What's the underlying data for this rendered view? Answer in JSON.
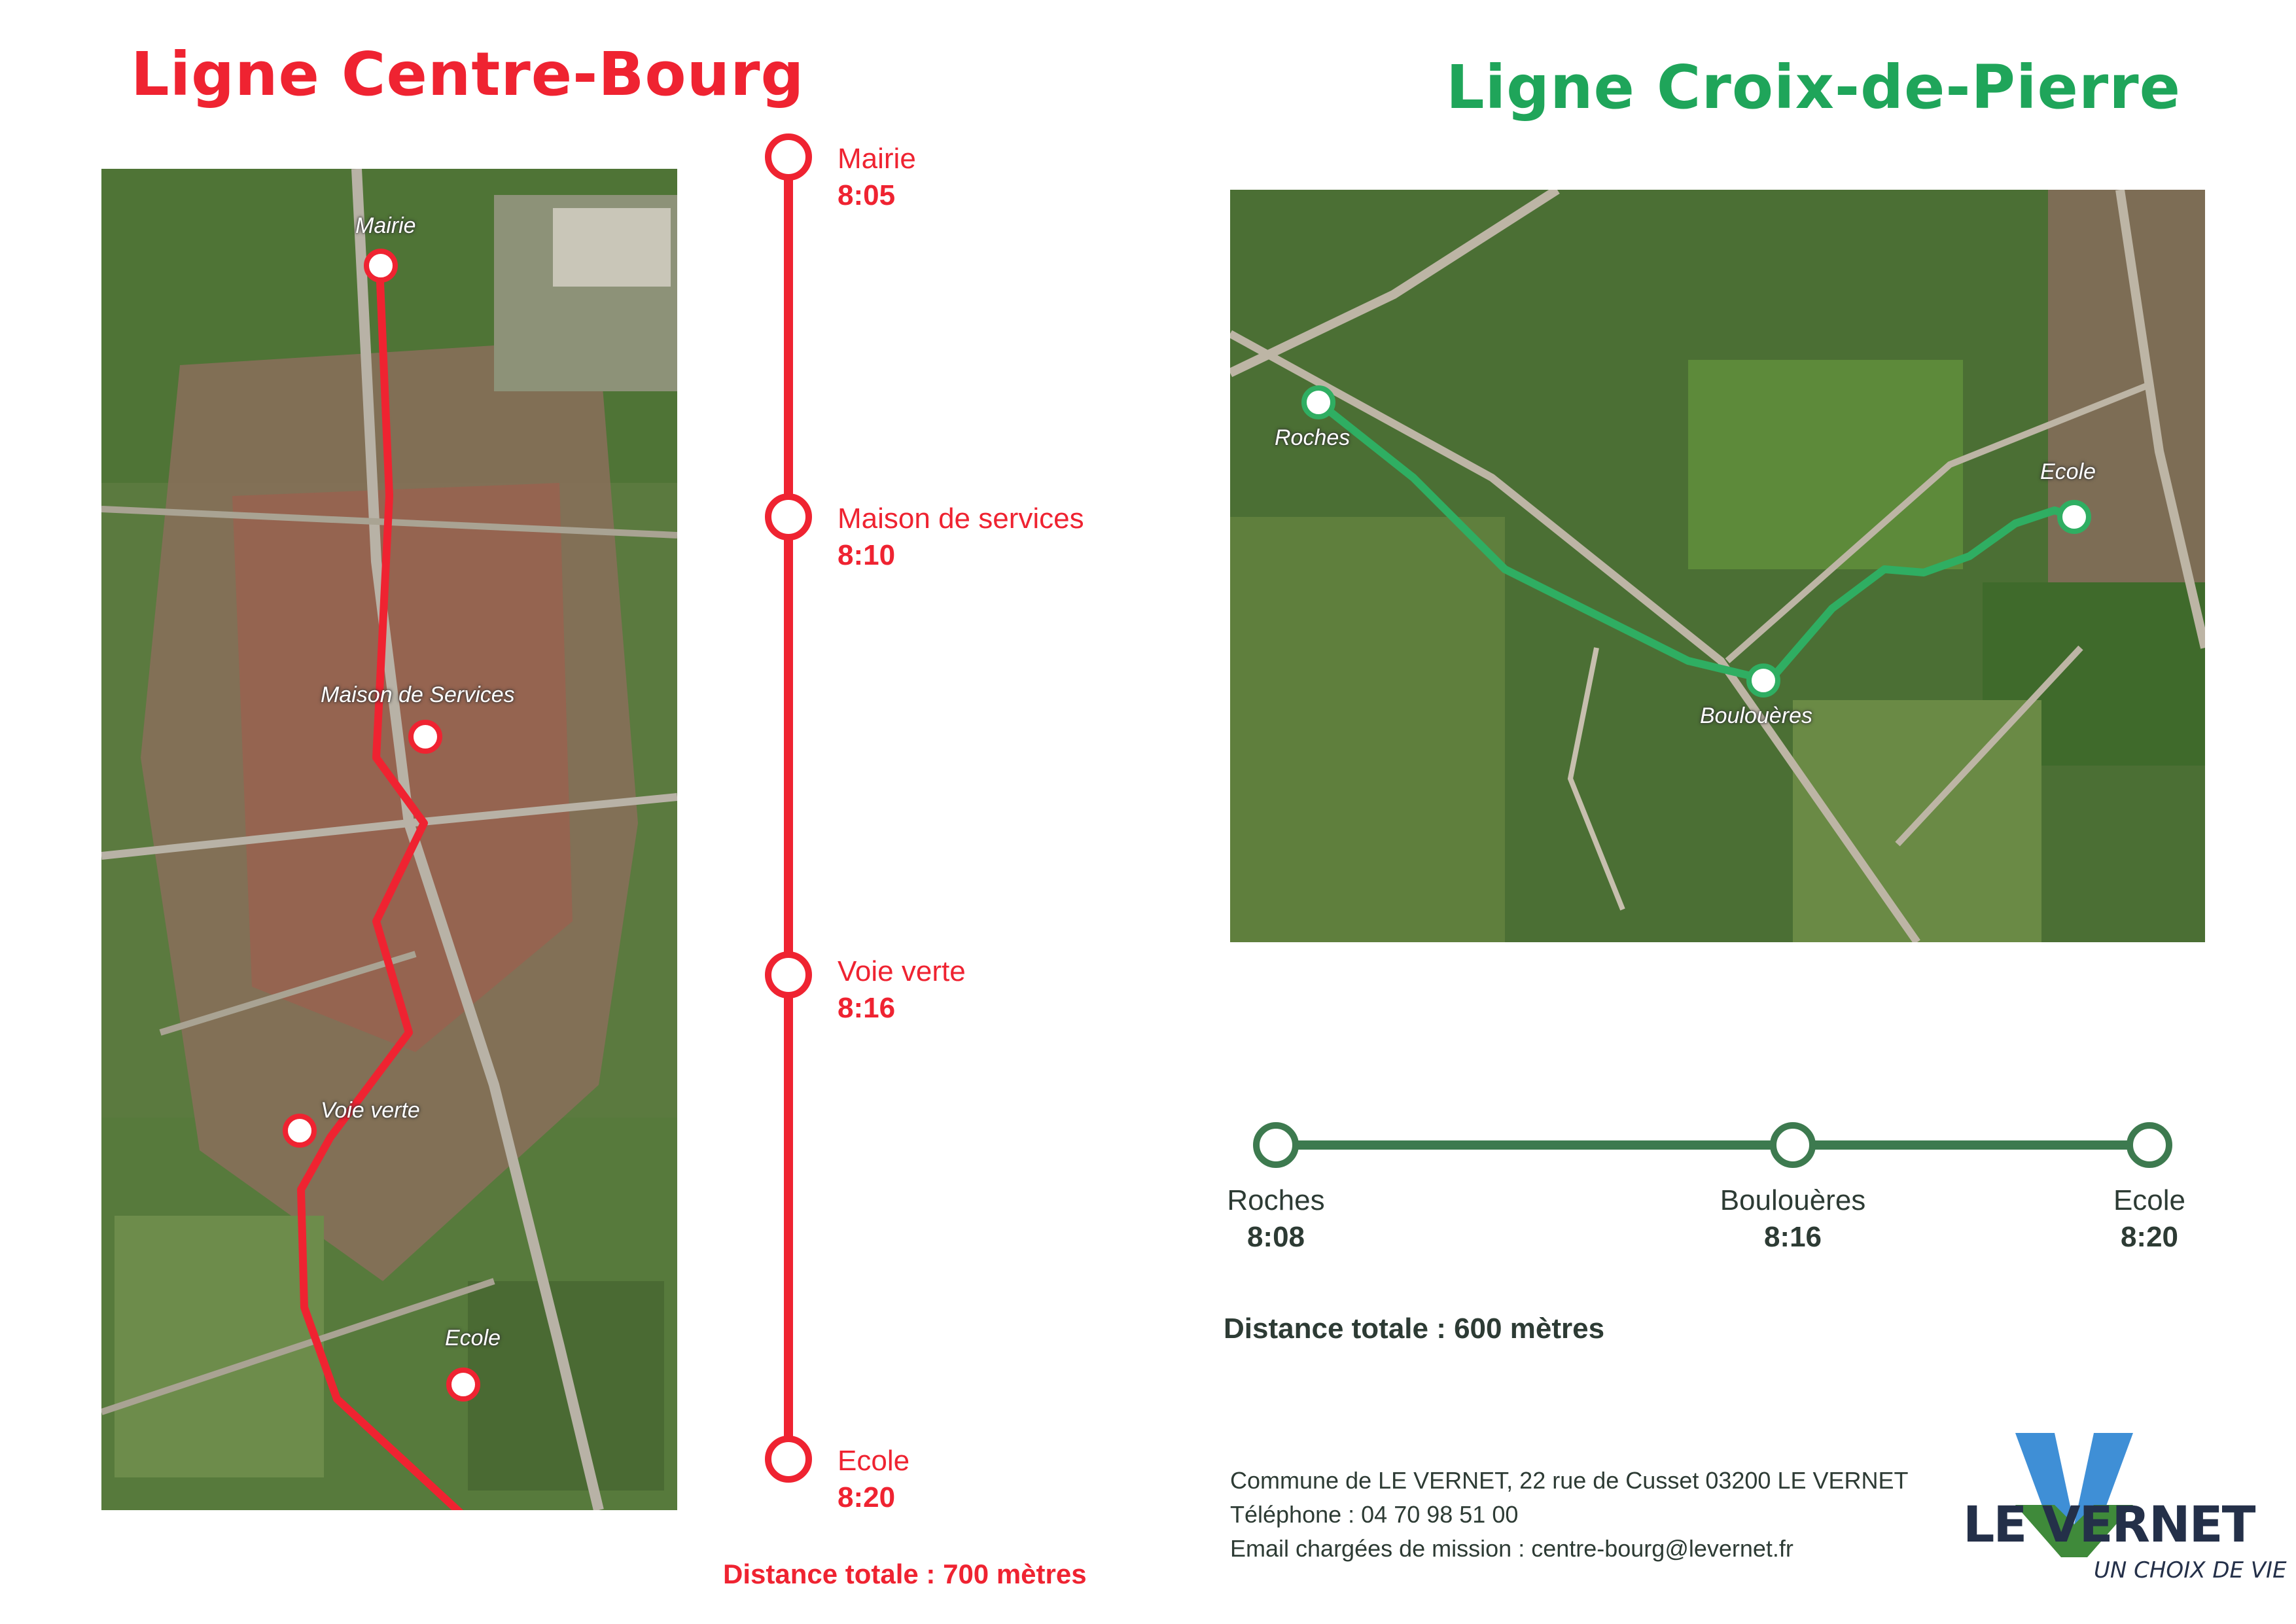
{
  "colors": {
    "red_line": "#ef2331",
    "green_line": "#2fae62",
    "green_dark_line": "#3d7a4f",
    "text_dark": "#2d3b34",
    "green_title": "#1fa55a"
  },
  "left": {
    "title": "Ligne Centre-Bourg",
    "map_labels": {
      "mairie": "Mairie",
      "maison": "Maison de Services",
      "voie": "Voie verte",
      "ecole": "Ecole"
    },
    "stops": [
      {
        "name": "Mairie",
        "time": "8:05"
      },
      {
        "name": "Maison de services",
        "time": "8:10"
      },
      {
        "name": "Voie verte",
        "time": "8:16"
      },
      {
        "name": "Ecole",
        "time": "8:20"
      }
    ],
    "distance": "Distance totale : 700 mètres"
  },
  "right": {
    "title": "Ligne Croix-de-Pierre",
    "map_labels": {
      "roches": "Roches",
      "boulo": "Boulouères",
      "ecole": "Ecole"
    },
    "stops": [
      {
        "name": "Roches",
        "time": "8:08"
      },
      {
        "name": "Boulouères",
        "time": "8:16"
      },
      {
        "name": "Ecole",
        "time": "8:20"
      }
    ],
    "distance": "Distance totale : 600 mètres"
  },
  "footer": {
    "address": "Commune de LE VERNET, 22 rue de Cusset 03200 LE VERNET",
    "phone": "Téléphone : 04 70 98 51 00",
    "email": "Email chargées de mission : centre-bourg@levernet.fr"
  },
  "logo": {
    "main": "LE VERNET",
    "tagline": "UN CHOIX DE VIE"
  }
}
